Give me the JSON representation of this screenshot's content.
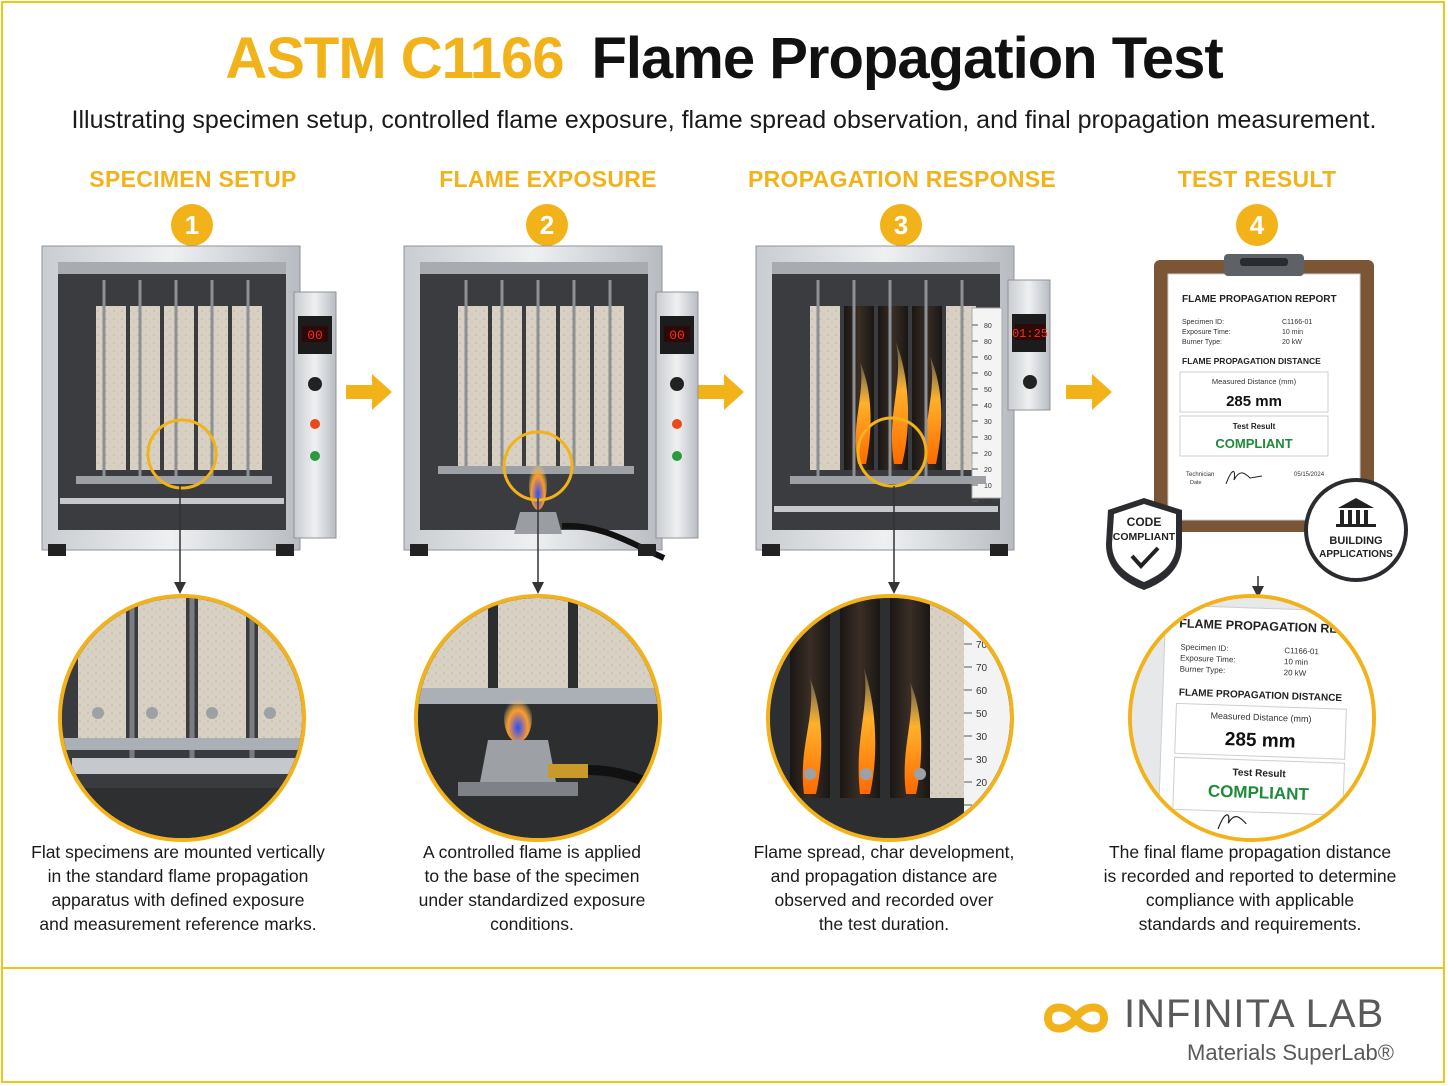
{
  "header": {
    "title_code": "ASTM C1166",
    "title_rest": "Flame Propagation Test",
    "subtitle": "Illustrating specimen setup, controlled flame exposure, flame spread observation, and final propagation measurement."
  },
  "steps": [
    {
      "number": "1",
      "heading": "SPECIMEN SETUP",
      "display": "00",
      "caption_lines": [
        "Flat specimens are mounted vertically",
        "in the standard flame propagation",
        "apparatus with defined exposure",
        "and measurement reference marks."
      ]
    },
    {
      "number": "2",
      "heading": "FLAME EXPOSURE",
      "display": "00",
      "caption_lines": [
        "A controlled flame is applied",
        "to the base of the specimen",
        "under standardized exposure",
        "conditions."
      ]
    },
    {
      "number": "3",
      "heading": "PROPAGATION RESPONSE",
      "display": "01:25",
      "caption_lines": [
        "Flame spread, char development,",
        "and propagation distance are",
        "observed and recorded over",
        "the test duration."
      ]
    },
    {
      "number": "4",
      "heading": "TEST RESULT",
      "caption_lines": [
        "The final flame propagation distance",
        "is recorded and reported to determine",
        "compliance with applicable",
        "standards and requirements."
      ]
    }
  ],
  "scale_marks": [
    "80",
    "80",
    "60",
    "60",
    "50",
    "40",
    "30",
    "30",
    "20",
    "20",
    "10",
    "10"
  ],
  "zoom_scale_marks": [
    "70",
    "70",
    "60",
    "50",
    "30",
    "30",
    "20",
    "10"
  ],
  "report": {
    "title": "FLAME PROPAGATION REPORT",
    "specimen_id_label": "Specimen ID:",
    "specimen_id": "C1166-01",
    "exposure_label": "Exposure Time:",
    "exposure_value": "10 min",
    "burner_label": "Burner Type:",
    "burner_value": "20 kW",
    "distance_heading": "FLAME PROPAGATION DISTANCE",
    "measured_label": "Measured Distance  (mm)",
    "measured_value": "285 mm",
    "result_label": "Test Result",
    "result_value": "COMPLIANT",
    "technician_label": "Technician",
    "date_label": "Date",
    "date_value": "05/15/2024"
  },
  "badges": {
    "code_line1": "CODE",
    "code_line2": "COMPLIANT",
    "building_line1": "BUILDING",
    "building_line2": "APPLICATIONS"
  },
  "brand": {
    "name": "INFINITA LAB",
    "tagline": "Materials SuperLab®"
  },
  "colors": {
    "accent": "#f2b21a",
    "compliant_green": "#1e8a3a",
    "display_red": "#ff2a1a"
  }
}
